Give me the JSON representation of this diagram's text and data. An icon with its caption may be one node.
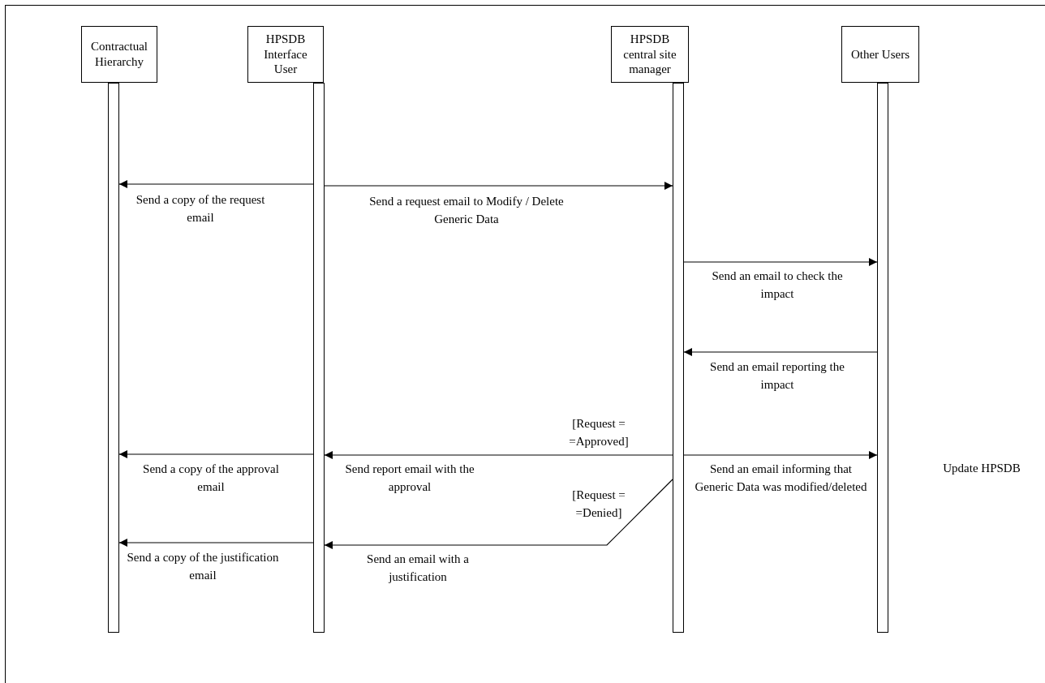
{
  "diagram": {
    "nodes": [
      {
        "text": [
          "Contractual Hierarchy"
        ]
      },
      {
        "text": [
          "HPSDB Interface User"
        ]
      },
      {
        "text": [
          "HPSDB central site manager"
        ]
      },
      {
        "text": [
          "Other Users"
        ]
      },
      {
        "text": [],
        "shape": "bar"
      },
      {
        "text": [],
        "shape": "bar"
      },
      {
        "text": [],
        "shape": "bar"
      },
      {
        "text": [],
        "shape": "bar"
      }
    ],
    "edges": [
      {
        "from": 5,
        "to": 4,
        "arrow": "to",
        "label": "Send a copy of the request email"
      },
      {
        "from": 5,
        "to": 6,
        "arrow": "to",
        "label": "Send a request email to Modify / Delete Generic Data"
      },
      {
        "from": 6,
        "to": 7,
        "arrow": "to",
        "label": "Send an email to check the impact"
      },
      {
        "from": 7,
        "to": 6,
        "arrow": "to",
        "label": "Send an email reporting the impact"
      },
      {
        "from": 6,
        "to": 5,
        "arrow": "to",
        "label": "Send report email with the approval"
      },
      {
        "from": 5,
        "to": 4,
        "arrow": "to",
        "label": "Send a copy of the approval email"
      },
      {
        "from": 6,
        "to": 7,
        "arrow": "to",
        "label": "Send an email informing that Generic Data was modified/deleted"
      },
      {
        "from": 6,
        "to": 5,
        "arrow": "to",
        "label": "Send an email with a justification"
      },
      {
        "from": 5,
        "to": 4,
        "arrow": "to",
        "label": "Send a copy of the justification email"
      }
    ],
    "labels": [
      "[Request = =Approved]",
      "[Request = =Denied]",
      "Update HPSDB"
    ]
  }
}
